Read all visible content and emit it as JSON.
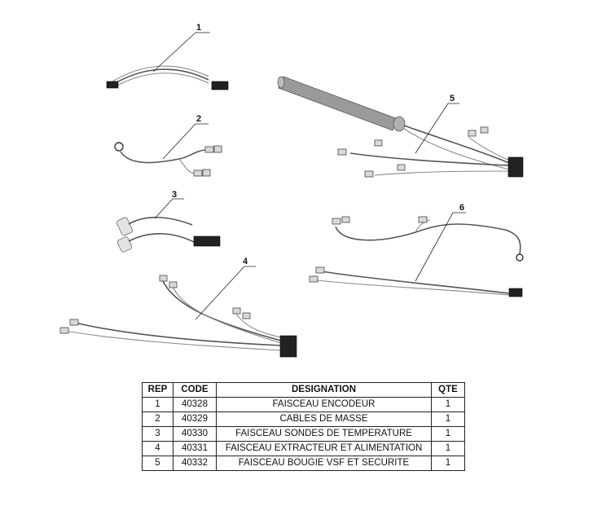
{
  "diagram": {
    "callouts": [
      "1",
      "2",
      "3",
      "4",
      "5",
      "6"
    ]
  },
  "table": {
    "headers": {
      "rep": "REP",
      "code": "CODE",
      "designation": "DESIGNATION",
      "qte": "QTE"
    },
    "rows": [
      {
        "rep": "1",
        "code": "40328",
        "designation": "FAISCEAU ENCODEUR",
        "qte": "1"
      },
      {
        "rep": "2",
        "code": "40329",
        "designation": "CABLES DE MASSE",
        "qte": "1"
      },
      {
        "rep": "3",
        "code": "40330",
        "designation": "FAISCEAU SONDES DE TEMPERATURE",
        "qte": "1"
      },
      {
        "rep": "4",
        "code": "40331",
        "designation": "FAISCEAU EXTRACTEUR ET ALIMENTATION",
        "qte": "1"
      },
      {
        "rep": "5",
        "code": "40332",
        "designation": "FAISCEAU BOUGIE VSF ET SECURITE",
        "qte": "1"
      }
    ]
  }
}
